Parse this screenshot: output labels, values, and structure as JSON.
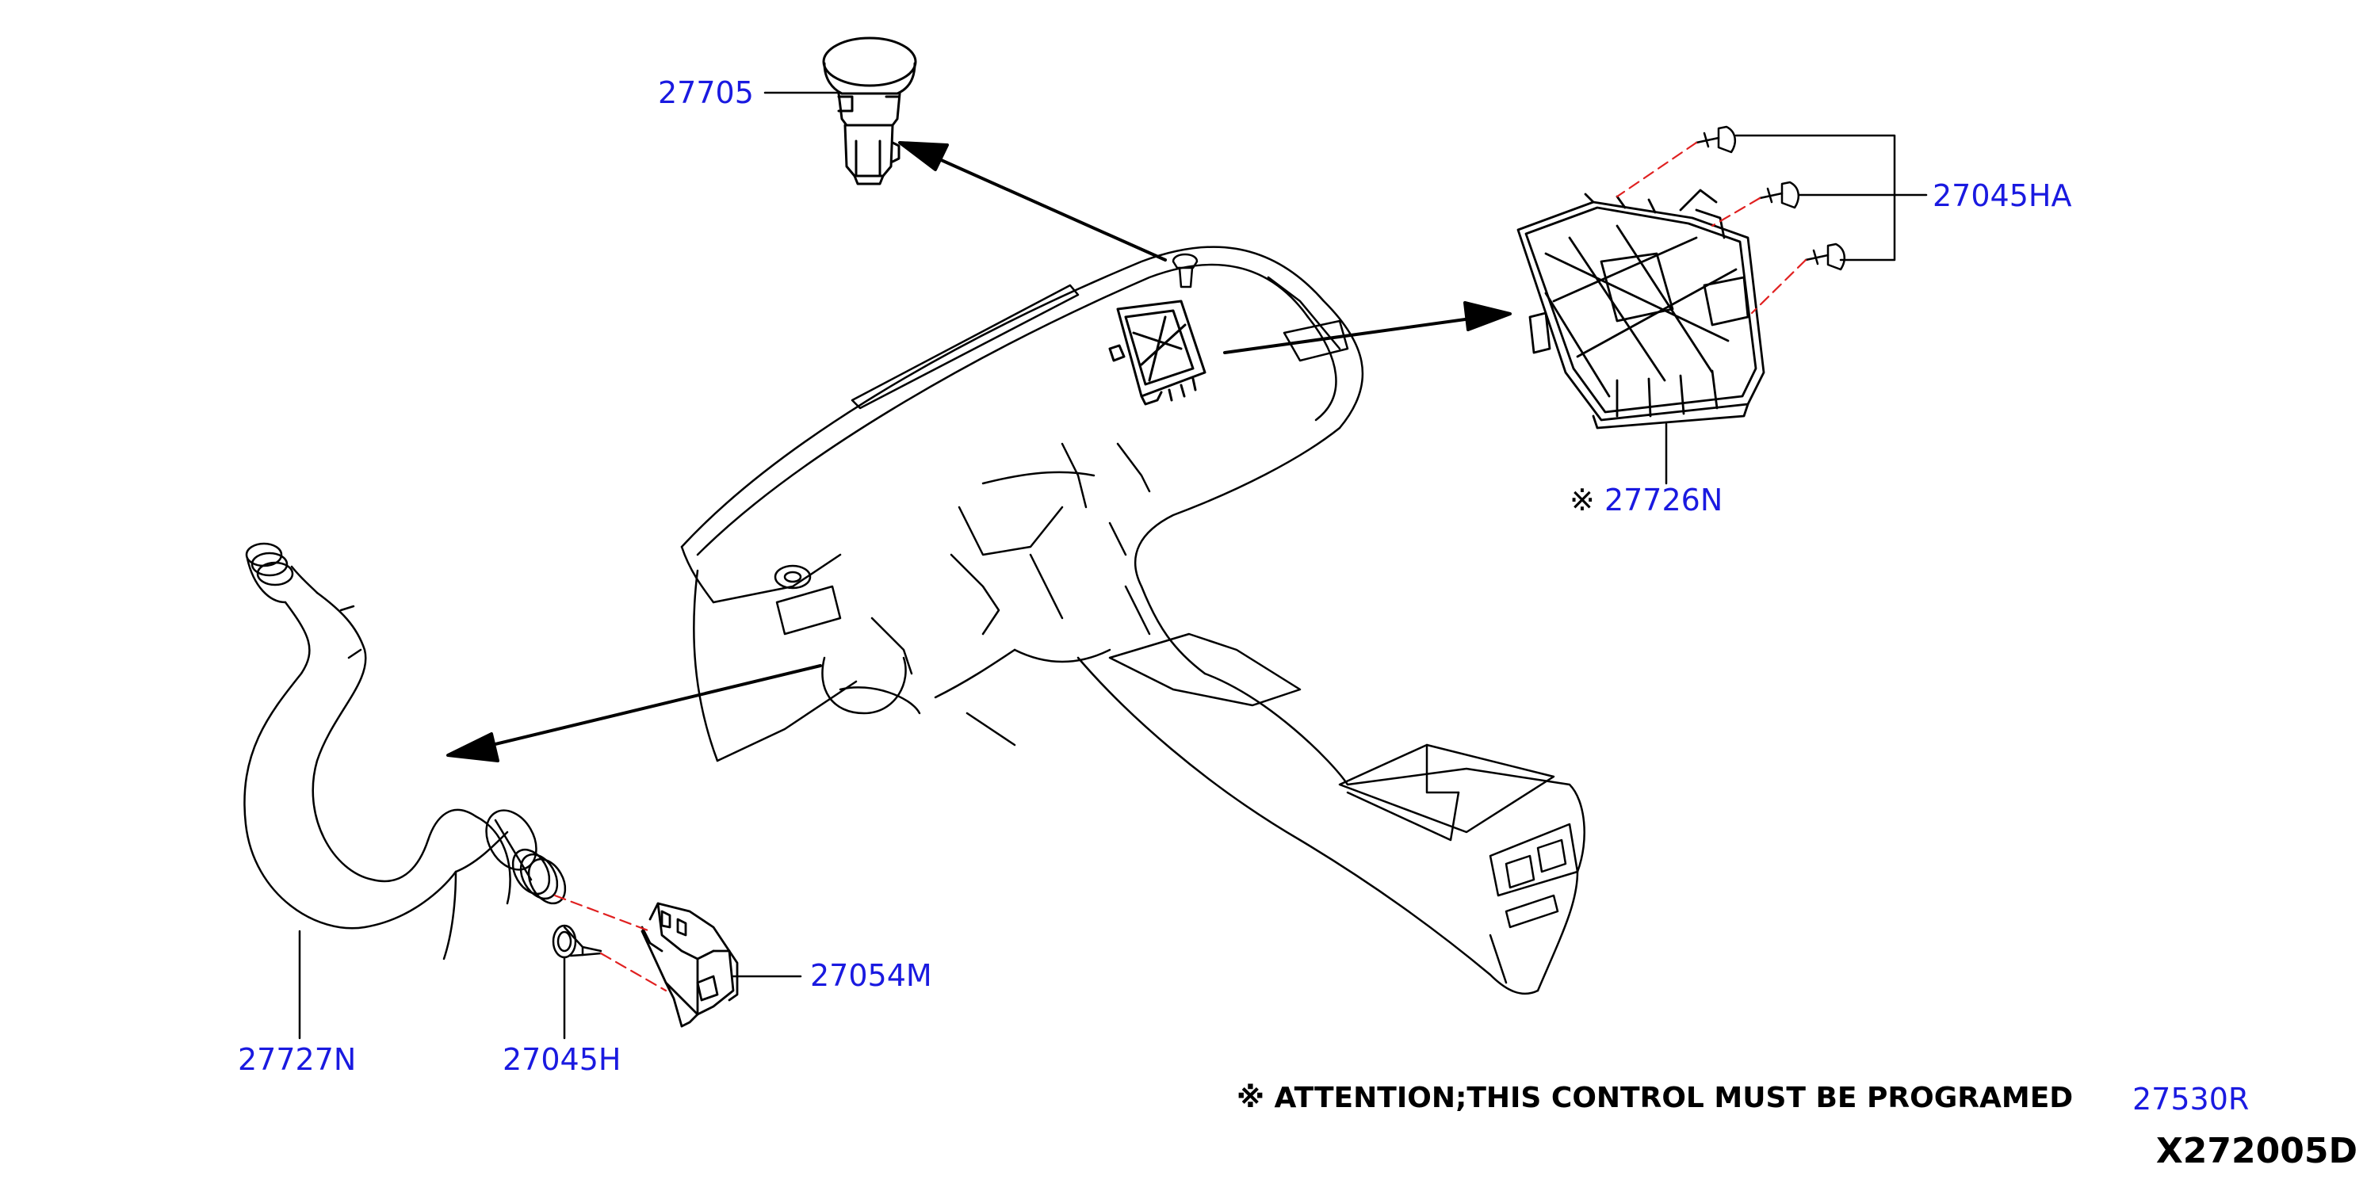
{
  "colors": {
    "label": "#1a1ae0",
    "line": "#000000",
    "dash": "#e02020"
  },
  "labels": {
    "p27705": "27705",
    "p27045HA": "27045HA",
    "p27726N": "27726N",
    "p27054M": "27054M",
    "p27727N": "27727N",
    "p27045H": "27045H",
    "p27530R": "27530R"
  },
  "note": {
    "mark": "※",
    "text": "ATTENTION;THIS CONTROL MUST BE PROGRAMED"
  },
  "figure_id": "X272005D",
  "icons": [
    "reference-mark-icon"
  ]
}
